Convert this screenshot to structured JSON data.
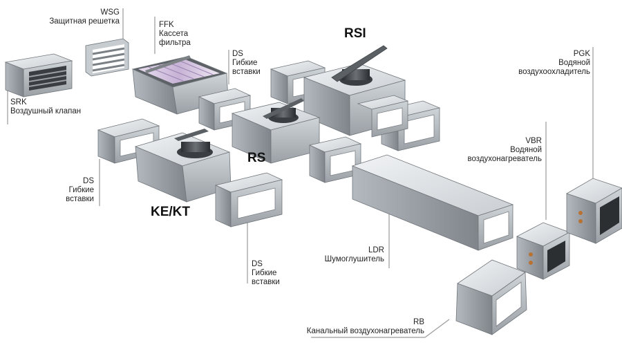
{
  "labels": {
    "srk": {
      "code": "SRK",
      "name": "Воздушный клапан"
    },
    "wsg": {
      "code": "WSG",
      "name": "Защитная решетка"
    },
    "ffk": {
      "code": "FFK",
      "name1": "Кассета",
      "name2": "фильтра"
    },
    "ds_top": {
      "code": "DS",
      "name1": "Гибкие",
      "name2": "вставки"
    },
    "ds_left": {
      "code": "DS",
      "name1": "Гибкие",
      "name2": "вставки"
    },
    "ds_bottom": {
      "code": "DS",
      "name1": "Гибкие",
      "name2": "вставки"
    },
    "pgk": {
      "code": "PGK",
      "name1": "Водяной",
      "name2": "воздухоохладитель"
    },
    "vbr": {
      "code": "VBR",
      "name1": "Водяной",
      "name2": "воздухонагреватель"
    },
    "ldr": {
      "code": "LDR",
      "name": "Шумоглушитель"
    },
    "rb": {
      "code": "RB",
      "name": "Канальный воздухонагреватель"
    }
  },
  "titles": {
    "rsi": "RSI",
    "rs": "RS",
    "kekt": "KE/KT"
  },
  "colors": {
    "metal_light": "#dfe3e6",
    "metal_mid": "#b9bfc4",
    "metal_dark": "#8a9095",
    "edge": "#6f757a",
    "leader": "#9a9a9a"
  }
}
